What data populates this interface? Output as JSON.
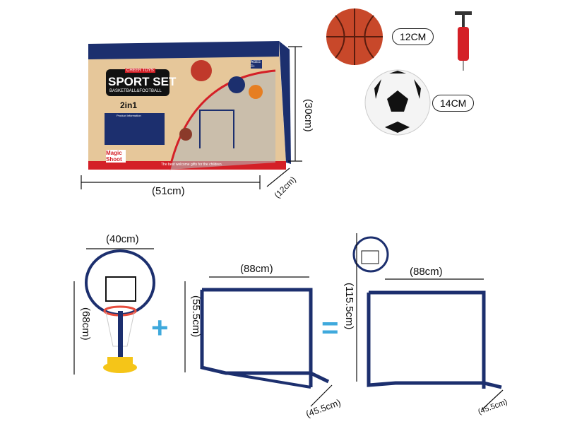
{
  "box": {
    "brand": "CHEER TOYS",
    "title": "SPORT SET",
    "subtitle": "BASKETBALL&FOOTBALL",
    "badge": "2in1",
    "ages": "AGES 3+",
    "logo": "Magic Shoot",
    "slogan": "The best welcome gifts for the children",
    "info_header": "Product information",
    "colors": {
      "navy": "#1c2f6e",
      "red": "#d42027",
      "wood": "#e6c79a"
    }
  },
  "dimensions": {
    "box_height": "(30cm)",
    "box_width": "(51cm)",
    "box_depth": "(12cm)",
    "hoop_width": "(40cm)",
    "hoop_height": "(68cm)",
    "goal_width": "(88cm)",
    "goal_height": "(55.5cm)",
    "goal_depth": "(45.5cm)",
    "combo_height": "(115.5cm)",
    "combo_width": "(88cm)",
    "combo_depth": "(45.5cm)"
  },
  "balls": {
    "basketball": "12CM",
    "football": "14CM"
  },
  "operators": {
    "plus": "+",
    "equals": "="
  }
}
